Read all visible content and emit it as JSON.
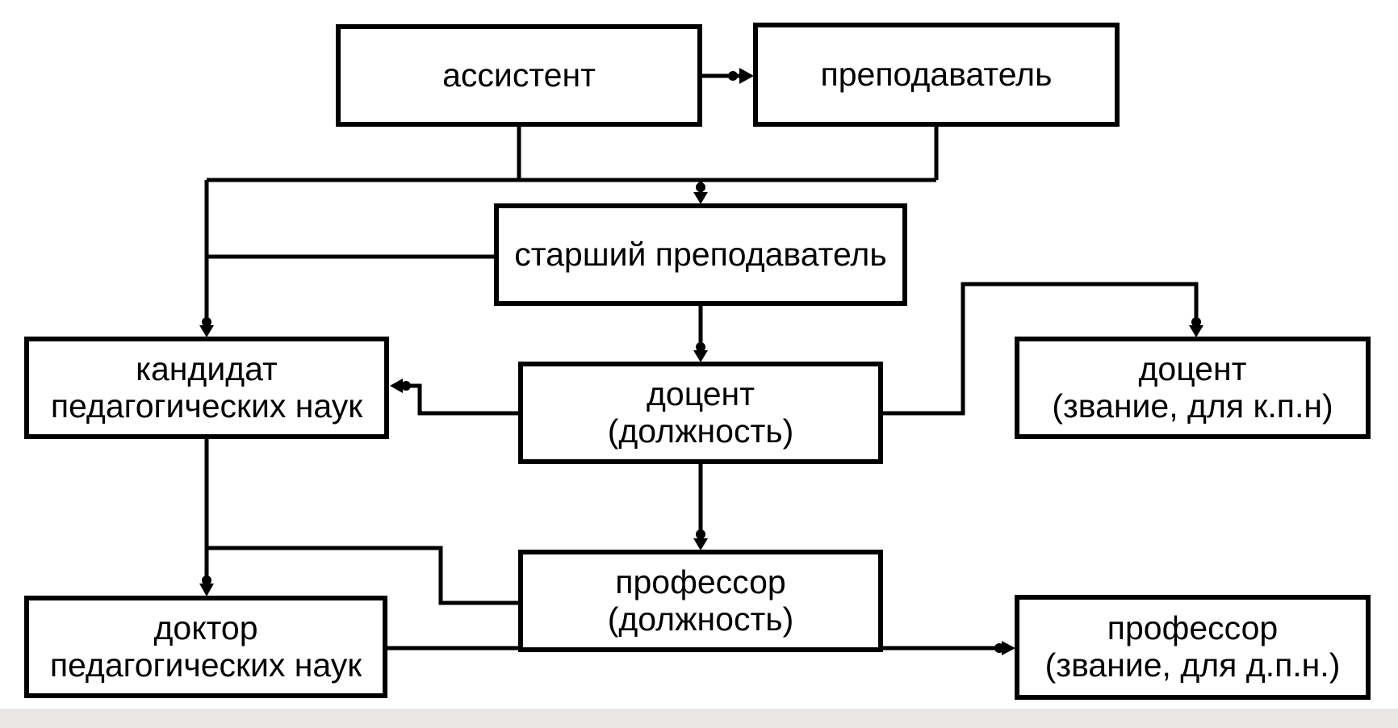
{
  "diagram": {
    "background_color": "#ffffff",
    "line_color": "#000000",
    "box_fill_color": "#ffffff",
    "box_border_color": "#000000",
    "footer_band_color": "#ebe7e7",
    "nodes": {
      "assistant": {
        "label": "ассистент"
      },
      "teacher": {
        "label": "преподаватель"
      },
      "senior_teacher": {
        "label": "старший преподаватель"
      },
      "candidate_sciences": {
        "label": "кандидат\nпедагогических наук"
      },
      "docent_position": {
        "label": "доцент\n(должность)"
      },
      "docent_title": {
        "label": "доцент\n(звание, для к.п.н)"
      },
      "professor_position": {
        "label": "профессор\n(должность)"
      },
      "doctor_sciences": {
        "label": "доктор\nпедагогических наук"
      },
      "professor_title": {
        "label": "профессор\n(звание, для д.п.н.)"
      }
    },
    "edges": [
      {
        "from": "assistant",
        "to": "teacher",
        "arrow": true
      },
      {
        "from": "assistant",
        "to": "senior_teacher",
        "arrow": true
      },
      {
        "from": "teacher",
        "to": "senior_teacher",
        "arrow": true
      },
      {
        "from": "senior_teacher",
        "to": "candidate_sciences",
        "arrow": true
      },
      {
        "from": "senior_teacher",
        "to": "docent_position",
        "arrow": true
      },
      {
        "from": "docent_position",
        "to": "candidate_sciences",
        "arrow": true
      },
      {
        "from": "docent_position",
        "to": "docent_title",
        "arrow": true
      },
      {
        "from": "docent_position",
        "to": "professor_position",
        "arrow": true
      },
      {
        "from": "candidate_sciences",
        "to": "doctor_sciences",
        "arrow": true
      },
      {
        "from": "candidate_sciences",
        "to": "professor_position",
        "arrow": false
      },
      {
        "from": "doctor_sciences",
        "to": "professor_title",
        "arrow": true
      }
    ]
  }
}
